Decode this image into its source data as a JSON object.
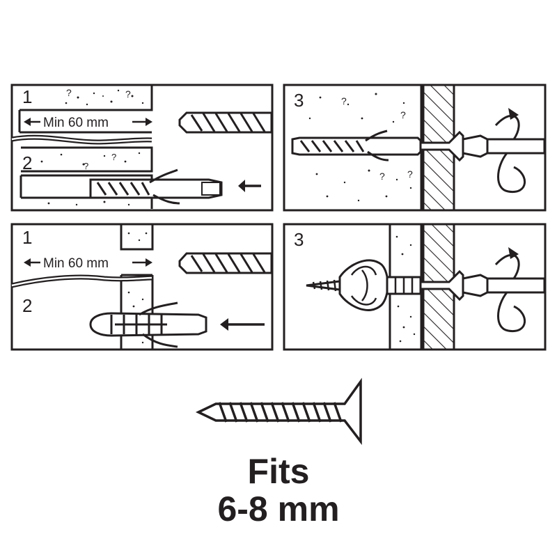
{
  "panels": [
    {
      "step_a": "1",
      "step_b": "2",
      "dimension": "Min 60 mm"
    },
    {
      "step": "3"
    },
    {
      "step_a": "1",
      "step_b": "2",
      "dimension": "Min 60 mm"
    },
    {
      "step": "3"
    }
  ],
  "caption": {
    "line1": "Fits",
    "line2": "6-8 mm"
  },
  "colors": {
    "ink": "#231f20",
    "paper": "#ffffff"
  }
}
